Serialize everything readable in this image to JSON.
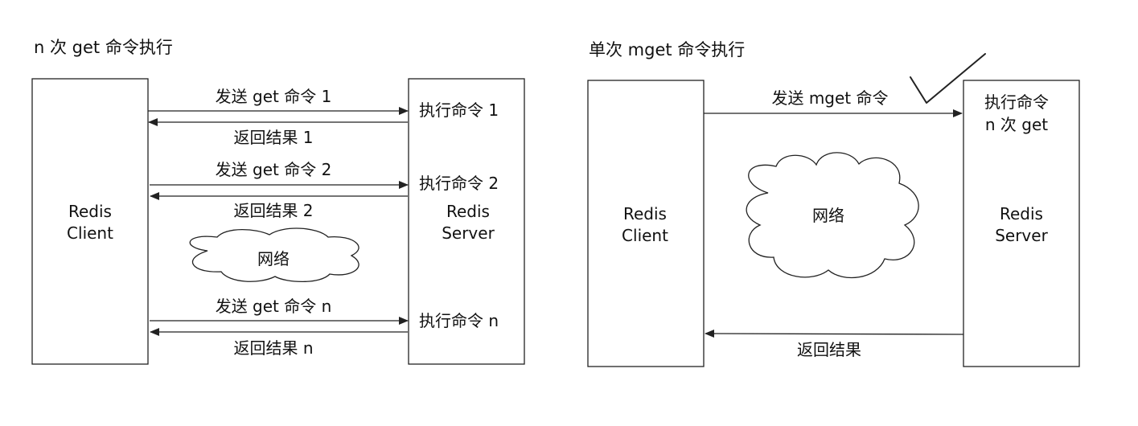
{
  "left": {
    "title": "n 次 get 命令执行",
    "client_label": [
      "Redis",
      "Client"
    ],
    "server_label": [
      "Redis",
      "Server"
    ],
    "cloud_label": "网络",
    "send1": "发送 get 命令 1",
    "return1": "返回结果 1",
    "exec1": "执行命令 1",
    "send2": "发送 get 命令 2",
    "return2": "返回结果 2",
    "exec2": "执行命令 2",
    "sendn": "发送 get 命令 n",
    "returnn": "返回结果 n",
    "execn": "执行命令 n"
  },
  "right": {
    "title": "单次 mget 命令执行",
    "client_label": [
      "Redis",
      "Client"
    ],
    "server_label": [
      "Redis",
      "Server"
    ],
    "cloud_label": "网络",
    "send": "发送 mget 命令",
    "return": "返回结果",
    "exec": [
      "执行命令",
      "n 次 get"
    ]
  }
}
